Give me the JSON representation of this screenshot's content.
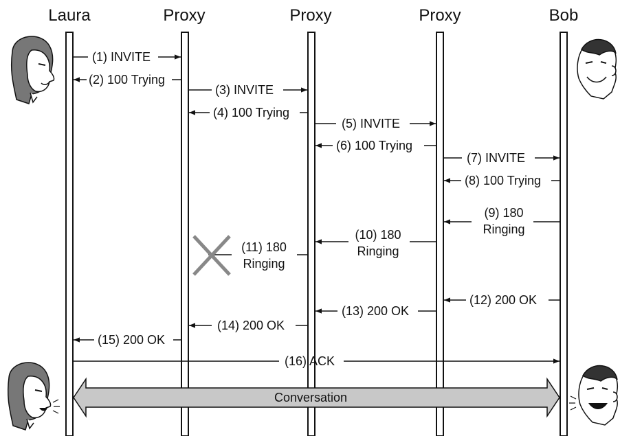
{
  "participants": {
    "laura": "Laura",
    "proxy1": "Proxy",
    "proxy2": "Proxy",
    "proxy3": "Proxy",
    "bob": "Bob"
  },
  "messages": [
    {
      "id": "m1",
      "label": "(1) INVITE",
      "from": "laura",
      "to": "proxy1"
    },
    {
      "id": "m2",
      "label": "(2) 100 Trying",
      "from": "proxy1",
      "to": "laura"
    },
    {
      "id": "m3",
      "label": "(3) INVITE",
      "from": "proxy1",
      "to": "proxy2"
    },
    {
      "id": "m4",
      "label": "(4) 100 Trying",
      "from": "proxy2",
      "to": "proxy1"
    },
    {
      "id": "m5",
      "label": "(5) INVITE",
      "from": "proxy2",
      "to": "proxy3"
    },
    {
      "id": "m6",
      "label": "(6) 100 Trying",
      "from": "proxy3",
      "to": "proxy2"
    },
    {
      "id": "m7",
      "label": "(7) INVITE",
      "from": "proxy3",
      "to": "bob"
    },
    {
      "id": "m8",
      "label": "(8) 100 Trying",
      "from": "bob",
      "to": "proxy3"
    },
    {
      "id": "m9",
      "label_line1": "(9) 180",
      "label_line2": "Ringing",
      "from": "bob",
      "to": "proxy3"
    },
    {
      "id": "m10",
      "label_line1": "(10) 180",
      "label_line2": "Ringing",
      "from": "proxy3",
      "to": "proxy2"
    },
    {
      "id": "m11",
      "label_line1": "(11) 180",
      "label_line2": "Ringing",
      "from": "proxy2",
      "to": "proxy1",
      "lost": true
    },
    {
      "id": "m12",
      "label": "(12) 200 OK",
      "from": "bob",
      "to": "proxy3"
    },
    {
      "id": "m13",
      "label": "(13) 200 OK",
      "from": "proxy3",
      "to": "proxy2"
    },
    {
      "id": "m14",
      "label": "(14) 200 OK",
      "from": "proxy2",
      "to": "proxy1"
    },
    {
      "id": "m15",
      "label": "(15) 200 OK",
      "from": "proxy1",
      "to": "laura"
    },
    {
      "id": "m16",
      "label": "(16) ACK",
      "from": "laura",
      "to": "bob"
    }
  ],
  "conversation": {
    "label": "Conversation"
  },
  "colors": {
    "lost_x": "#888888",
    "conversation_fill": "#c8c8c8"
  }
}
